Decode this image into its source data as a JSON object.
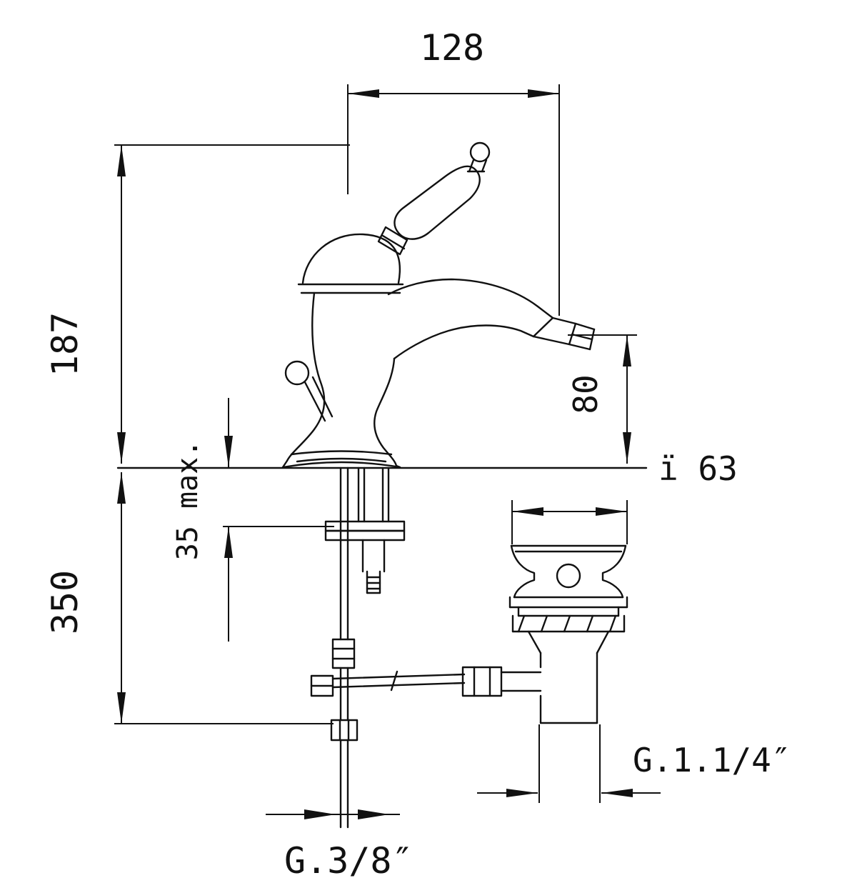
{
  "drawing": {
    "background": "#ffffff",
    "line_color": "#111111",
    "subject": "single-lever basin mixer with pop-up waste, dimensioned side elevation"
  },
  "dimensions": {
    "top_width": "128",
    "upper_height": "187",
    "lower_height": "350",
    "spout_height": "80",
    "waste_diameter": "ï  63",
    "deck_thickness": "35 max.",
    "waste_thread": "G.1.1/4″",
    "supply_thread": "G.3/8″"
  }
}
